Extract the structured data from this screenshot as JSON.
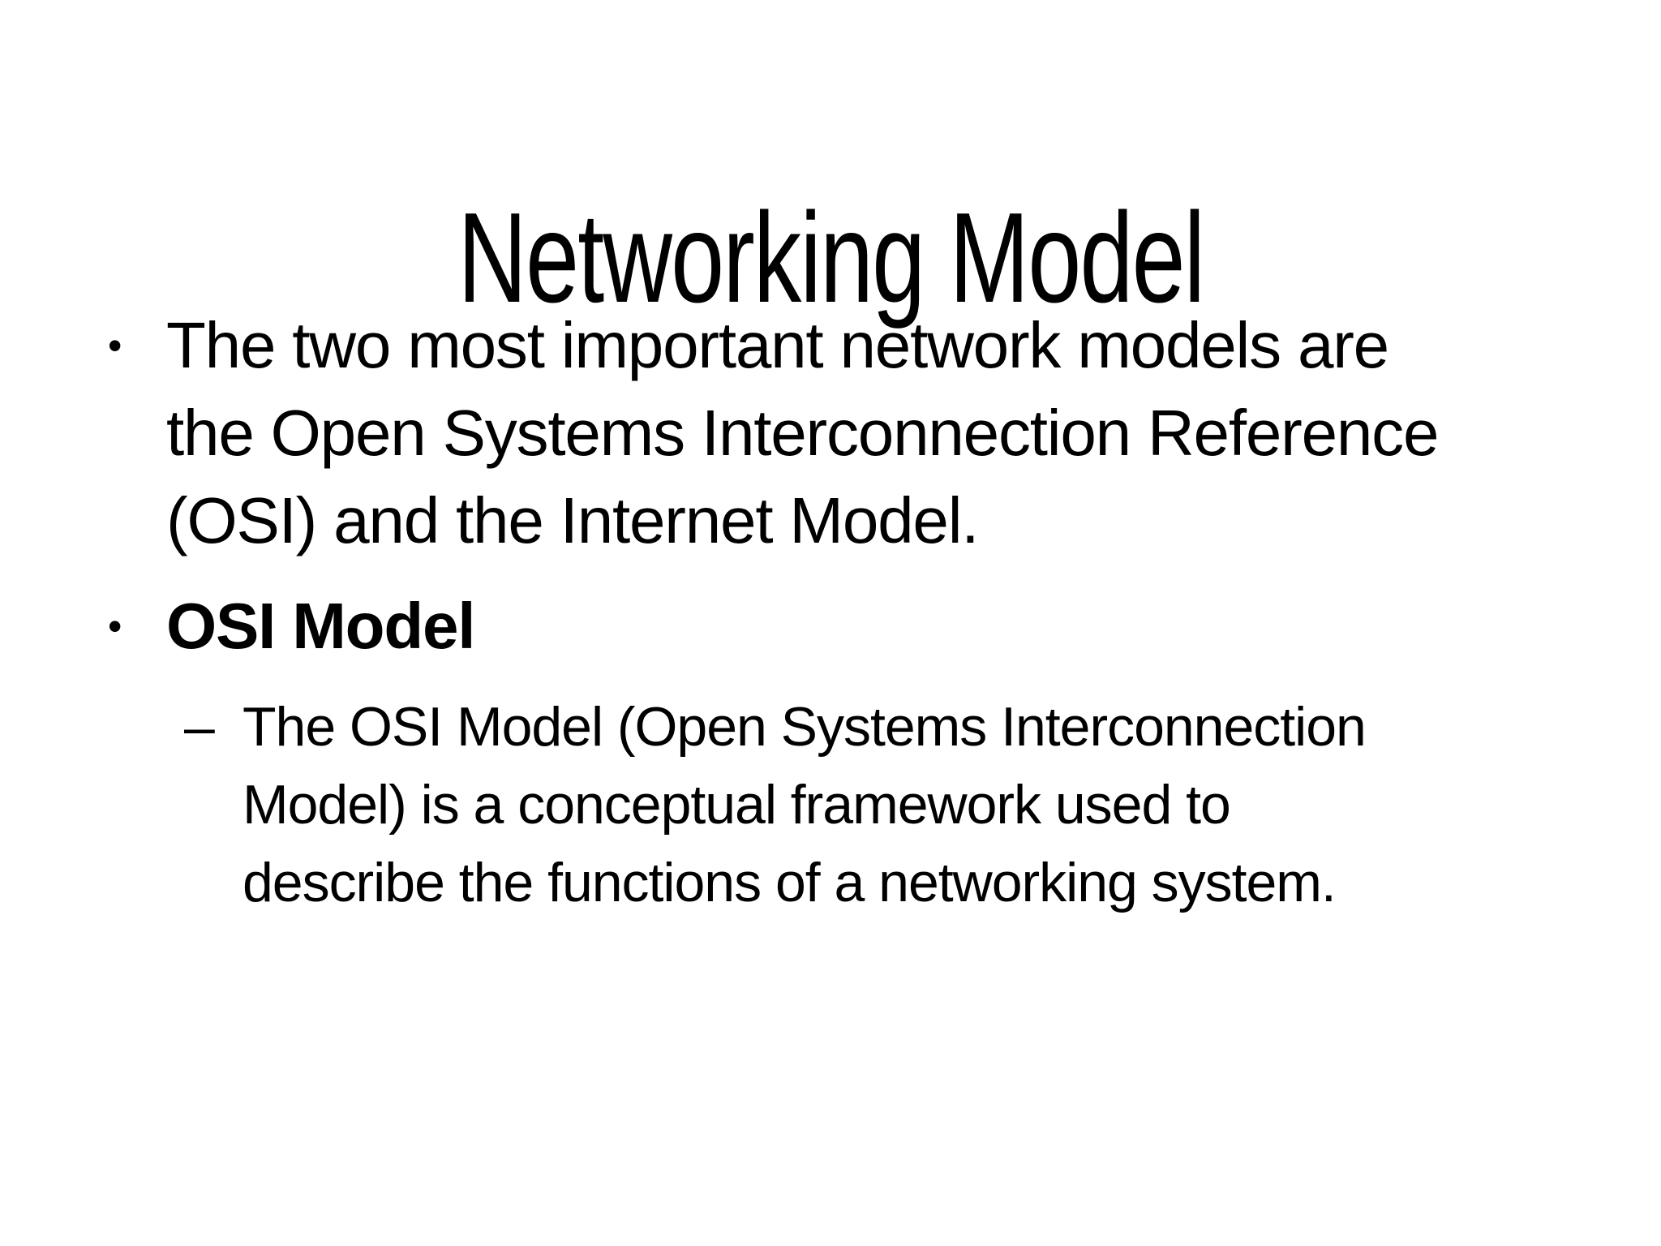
{
  "slide": {
    "background_color": "#ffffff",
    "text_color": "#000000",
    "title": "Networking Model",
    "bullets": {
      "b1": {
        "level": 1,
        "glyph": "•",
        "text": "The two most important network models are\nthe Open Systems Interconnection Reference\n(OSI) and the Internet Model."
      },
      "b2": {
        "level": 1,
        "glyph": "•",
        "bold": true,
        "text": "OSI Model"
      },
      "b2a": {
        "level": 2,
        "glyph": "–",
        "text": "The OSI Model (Open Systems Interconnection\nModel) is a conceptual framework used to\ndescribe the functions of a networking system."
      }
    }
  }
}
